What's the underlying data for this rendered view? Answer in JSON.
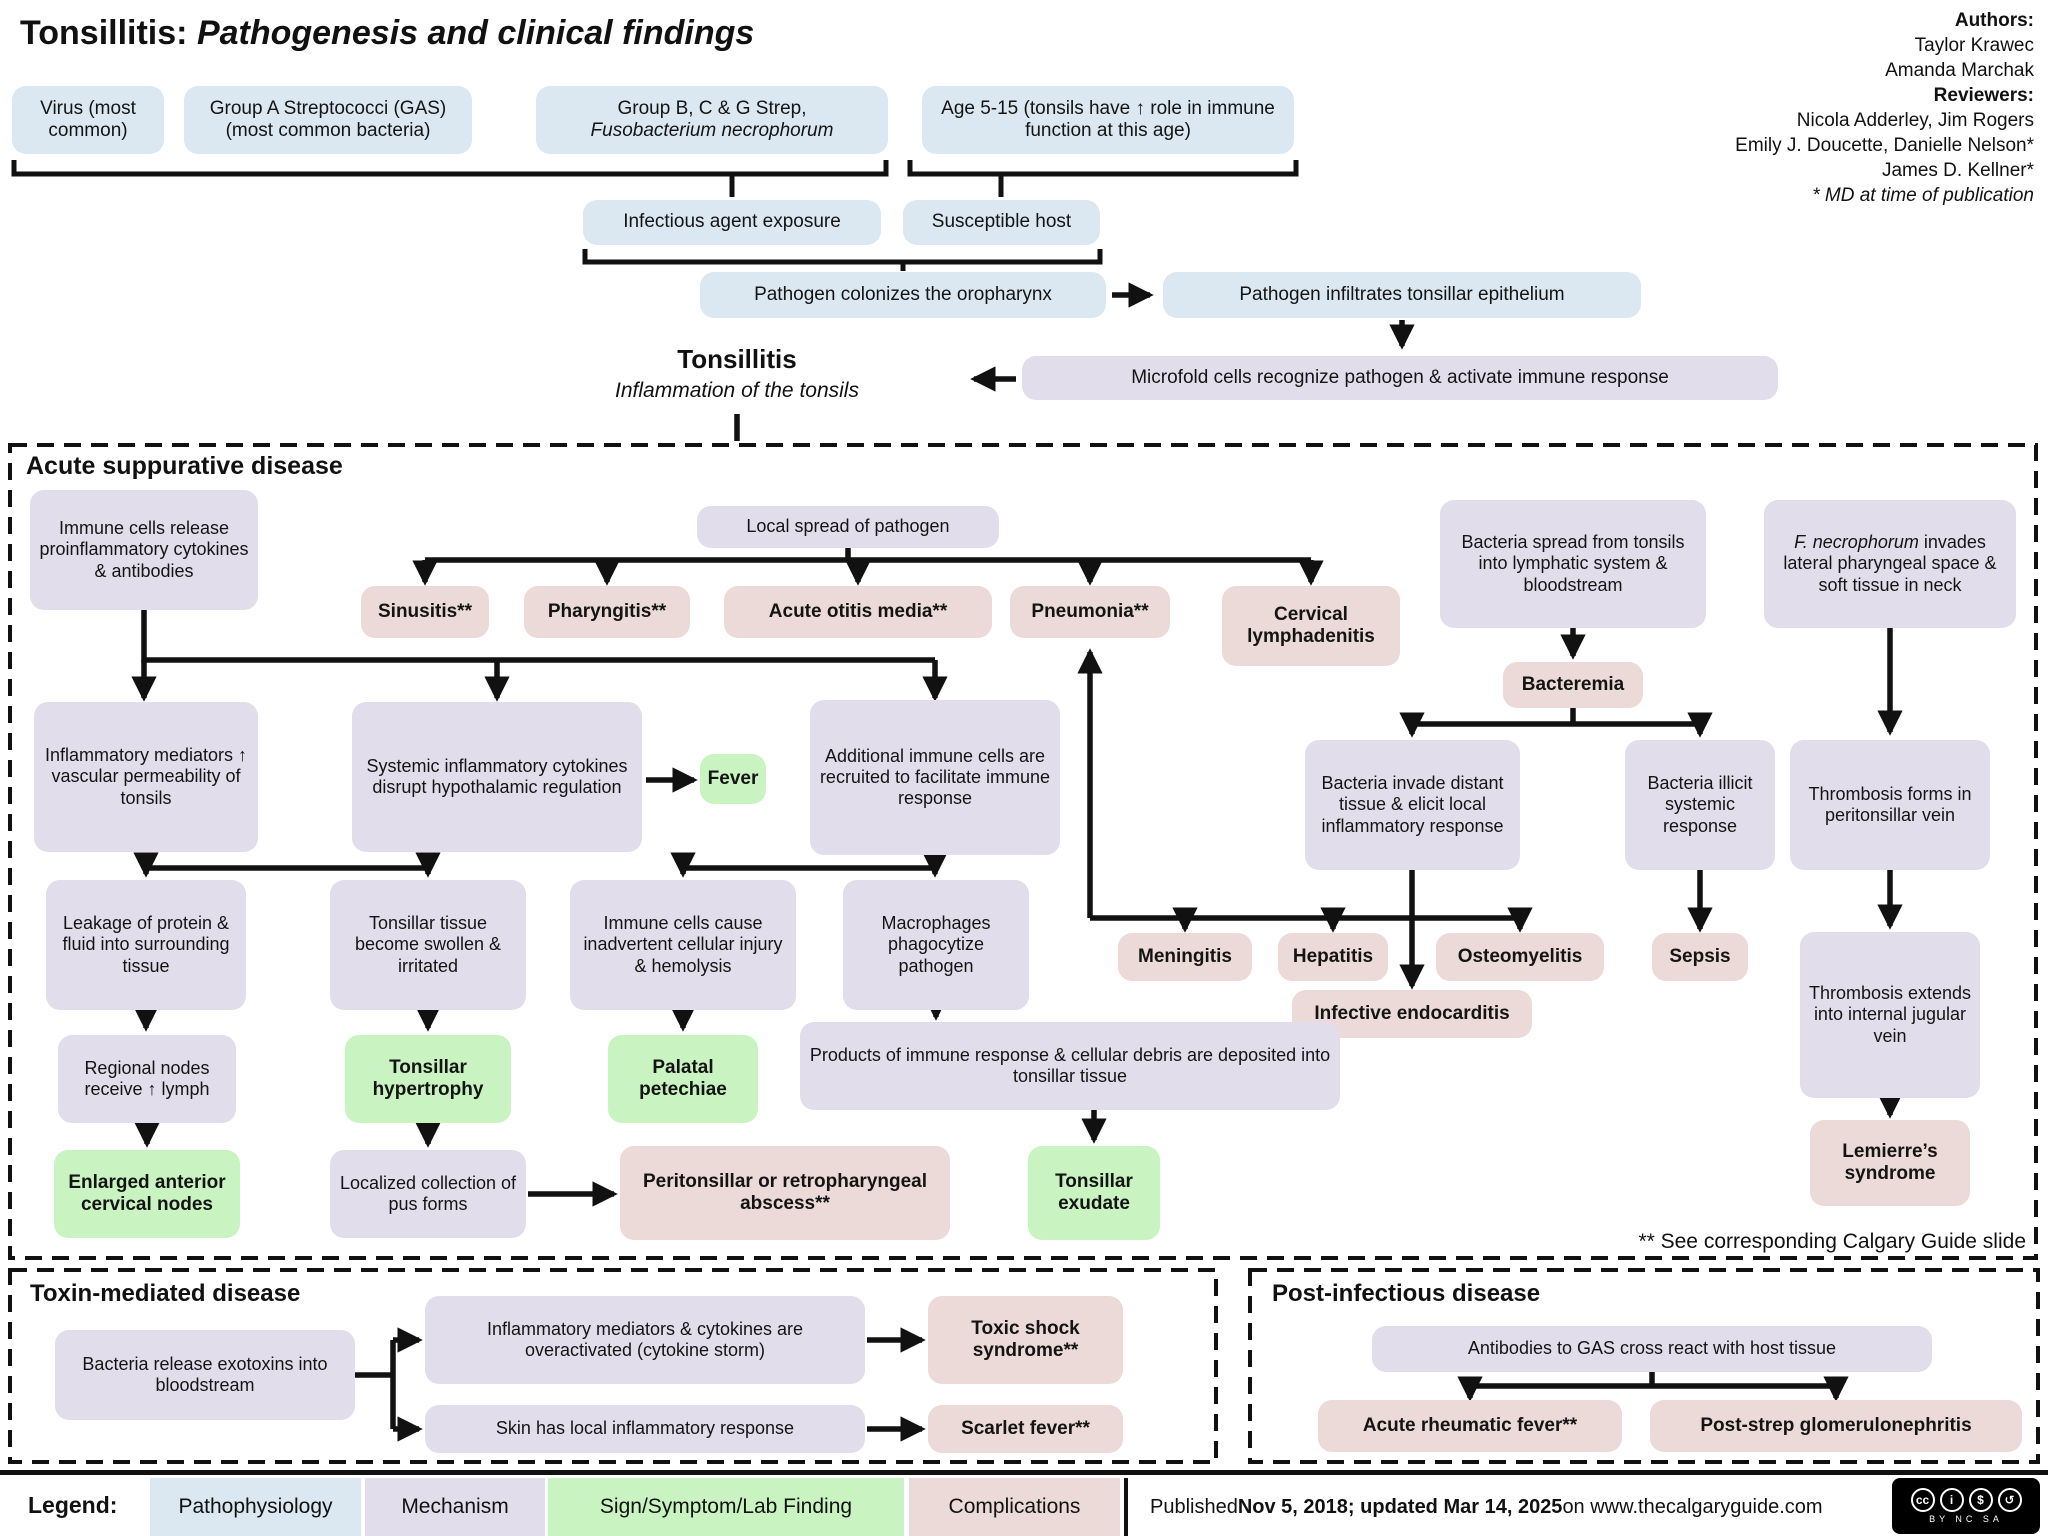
{
  "header": {
    "title_prefix": "Tonsillitis:",
    "title_italic": "Pathogenesis and clinical findings",
    "credits": {
      "authors_label": "Authors:",
      "author1": "Taylor Krawec",
      "author2": "Amanda Marchak",
      "reviewers_label": "Reviewers:",
      "reviewer1": "Nicola Adderley, Jim Rogers",
      "reviewer2": "Emily J. Doucette, Danielle Nelson*",
      "reviewer3": "James D. Kellner*",
      "md_note": "* MD at time of publication"
    }
  },
  "top": {
    "virus": "Virus (most common)",
    "gas": "Group A Streptococci (GAS) (most common bacteria)",
    "group_b_line1": "Group B, C & G Strep,",
    "group_b_line2": "Fusobacterium necrophorum",
    "age": "Age 5-15 (tonsils have ↑ role in immune function at this age)",
    "exposure": "Infectious agent exposure",
    "host": "Susceptible host",
    "colonize": "Pathogen colonizes the oropharynx",
    "infiltrate": "Pathogen infiltrates tonsillar epithelium",
    "microfold": "Microfold cells recognize pathogen & activate immune response"
  },
  "tonsillitis": {
    "title": "Tonsillitis",
    "subtitle": "Inflammation of the tonsils"
  },
  "acute": {
    "heading": "Acute suppurative disease",
    "immune_release": "Immune cells release proinflammatory cytokines & antibodies",
    "local_spread": "Local spread of pathogen",
    "bact_spread": "Bacteria spread from tonsils into lymphatic system & bloodstream",
    "fnecro_name": "F. necrophorum",
    "fnecro_rest": " invades lateral pharyngeal space & soft tissue in neck",
    "sinusitis": "Sinusitis**",
    "pharyngitis": "Pharyngitis**",
    "otitis": "Acute otitis media**",
    "pneumonia": "Pneumonia**",
    "cervical": "Cervical lymphadenitis",
    "inflam_mediators": "Inflammatory mediators ↑ vascular permeability of tonsils",
    "systemic_cytokines": "Systemic inflammatory cytokines disrupt hypothalamic regulation",
    "fever": "Fever",
    "additional_immune": "Additional immune cells are recruited to facilitate immune response",
    "bacteremia": "Bacteremia",
    "invade_distant": "Bacteria invade distant tissue & elicit local inflammatory response",
    "illicit_systemic": "Bacteria illicit systemic response",
    "thrombosis_forms": "Thrombosis forms in peritonsillar vein",
    "leakage": "Leakage of protein & fluid into surrounding tissue",
    "swollen": "Tonsillar tissue become swollen & irritated",
    "inadvertent": "Immune cells cause inadvertent cellular injury & hemolysis",
    "macrophages": "Macrophages phagocytize pathogen",
    "meningitis": "Meningitis",
    "hepatitis": "Hepatitis",
    "osteomyelitis": "Osteomyelitis",
    "sepsis": "Sepsis",
    "infective_endo": "Infective endocarditis",
    "thrombosis_extends": "Thrombosis extends into internal jugular vein",
    "lemierre": "Lemierre’s syndrome",
    "regional_nodes": "Regional nodes receive ↑ lymph",
    "tonsillar_hypertrophy": "Tonsillar hypertrophy",
    "palatal_petechiae": "Palatal petechiae",
    "products": "Products of immune response & cellular debris are deposited into tonsillar tissue",
    "enlarged_nodes": "Enlarged anterior cervical nodes",
    "localized_pus": "Localized collection of pus forms",
    "abscess": "Peritonsillar or retropharyngeal abscess**",
    "tonsillar_exudate": "Tonsillar exudate",
    "note": "** See corresponding Calgary Guide slide"
  },
  "toxin": {
    "heading": "Toxin-mediated disease",
    "exotoxins": "Bacteria release exotoxins into bloodstream",
    "overactivated": "Inflammatory mediators & cytokines are overactivated (cytokine storm)",
    "skin": "Skin has local inflammatory response",
    "toxic_shock": "Toxic shock syndrome**",
    "scarlet_fever": "Scarlet fever**"
  },
  "post": {
    "heading": "Post-infectious disease",
    "antibodies": "Antibodies to GAS cross react with host tissue",
    "rheumatic_fever": "Acute rheumatic fever**",
    "glomerulonephritis": "Post-strep glomerulonephritis"
  },
  "legend": {
    "label": "Legend:",
    "items": [
      {
        "label": "Pathophysiology",
        "color": "#dbe8f1"
      },
      {
        "label": "Mechanism",
        "color": "#e2ddeb"
      },
      {
        "label": "Sign/Symptom/Lab Finding",
        "color": "#c9f3c0"
      },
      {
        "label": "Complications",
        "color": "#ebdad7"
      }
    ]
  },
  "footer": {
    "published_prefix": "Published ",
    "published_dates": "Nov 5, 2018; updated Mar 14, 2025",
    "published_suffix": " on www.thecalgaryguide.com",
    "cc_icon1": "cc",
    "cc_icon2": "i",
    "cc_icon3": "$",
    "cc_icon4": "↺",
    "cc_caption": "BY NC SA"
  },
  "colors": {
    "pathophysiology": "#dbe8f1",
    "mechanism": "#e2ddeb",
    "sign_symptom": "#c9f3c0",
    "complication": "#ebdad7",
    "line": "#111111"
  }
}
